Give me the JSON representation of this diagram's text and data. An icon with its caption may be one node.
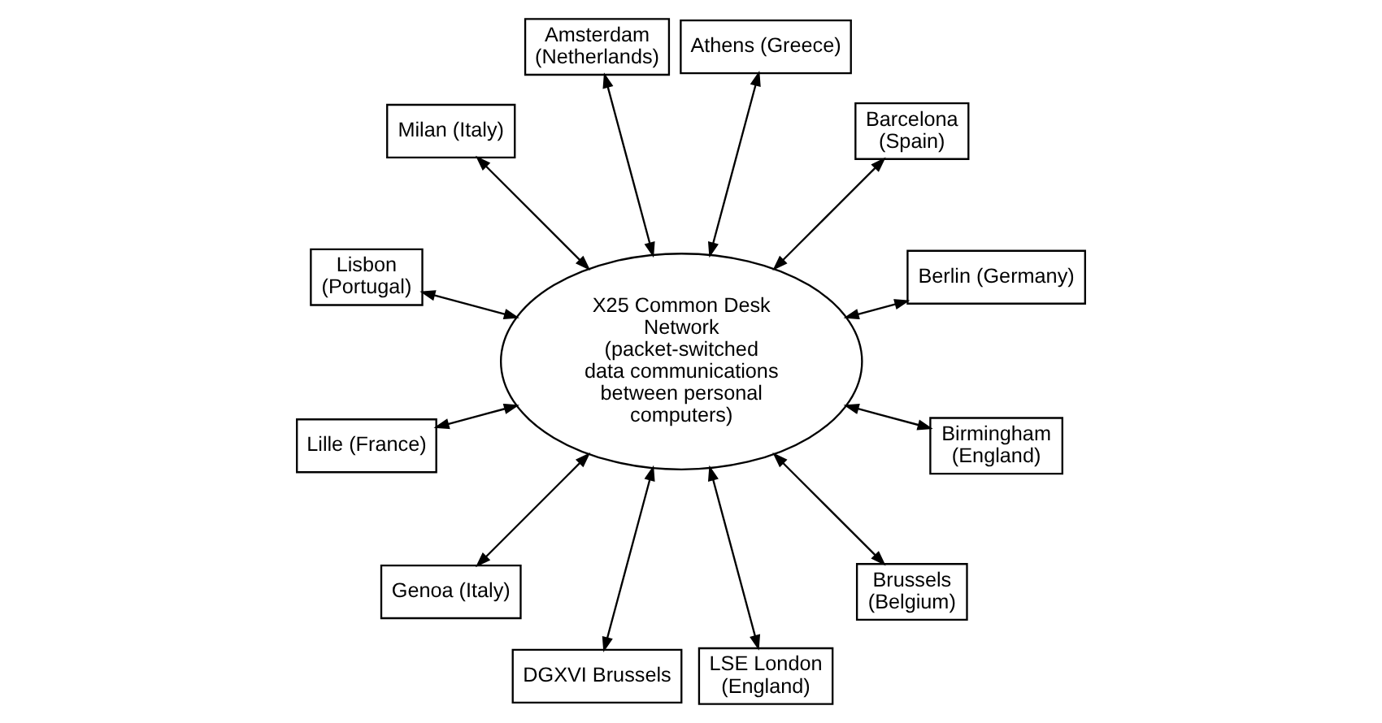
{
  "diagram": {
    "nodes": [
      {
        "text": [
          "X25 Common Desk Network (packet-switched data communications between personal computers)"
        ]
      },
      {
        "text": [
          "Amsterdam (Netherlands)"
        ]
      },
      {
        "text": [
          "Athens (Greece)"
        ]
      },
      {
        "text": [
          "Milan (Italy)"
        ]
      },
      {
        "text": [
          "Barcelona (Spain)"
        ]
      },
      {
        "text": [
          "Lisbon (Portugal)"
        ]
      },
      {
        "text": [
          "Berlin (Germany)"
        ]
      },
      {
        "text": [
          "Lille (France)"
        ]
      },
      {
        "text": [
          "Birmingham (England)"
        ]
      },
      {
        "text": [
          "Genoa (Italy)"
        ]
      },
      {
        "text": [
          "Brussels (Belgium)"
        ]
      },
      {
        "text": [
          "DGXVI Brussels"
        ]
      },
      {
        "text": [
          "LSE London (England)"
        ]
      }
    ],
    "edges": [
      {
        "from": 0,
        "to": 1,
        "arrow": "both"
      },
      {
        "from": 0,
        "to": 2,
        "arrow": "both"
      },
      {
        "from": 0,
        "to": 4,
        "arrow": "both"
      },
      {
        "from": 0,
        "to": 6,
        "arrow": "both"
      },
      {
        "from": 0,
        "to": 8,
        "arrow": "both"
      },
      {
        "from": 0,
        "to": 10,
        "arrow": "both"
      },
      {
        "from": 0,
        "to": 12,
        "arrow": "both"
      },
      {
        "from": 0,
        "to": 11,
        "arrow": "both"
      },
      {
        "from": 0,
        "to": 9,
        "arrow": "both"
      },
      {
        "from": 0,
        "to": 7,
        "arrow": "both"
      },
      {
        "from": 0,
        "to": 5,
        "arrow": "both"
      },
      {
        "from": 0,
        "to": 3,
        "arrow": "both"
      }
    ]
  }
}
